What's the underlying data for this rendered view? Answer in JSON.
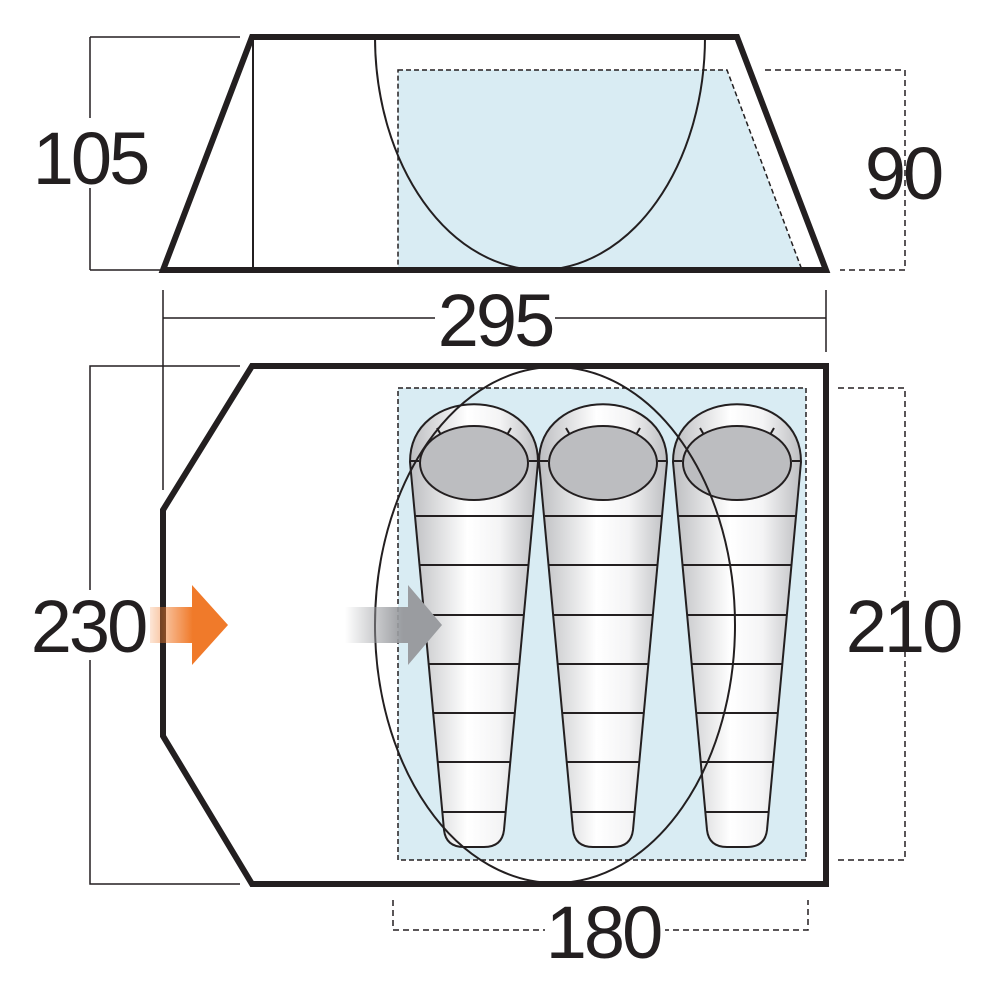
{
  "dimensions": {
    "side_height_outer": "105",
    "side_height_inner": "90",
    "total_length": "295",
    "floor_width_outer": "230",
    "floor_width_inner": "210",
    "inner_length": "180"
  },
  "sleeping_bags": 3,
  "colors": {
    "outline": "#231f20",
    "inner_tent_fill": "#d9ecf3",
    "entrance_arrow": "#f07a2a",
    "inner_door_arrow": "#9a9ca0",
    "head_opening": "#bcbdc0"
  },
  "icons": [
    "entrance-arrow-icon",
    "inner-door-arrow-icon",
    "sleeping-bag-icon"
  ]
}
